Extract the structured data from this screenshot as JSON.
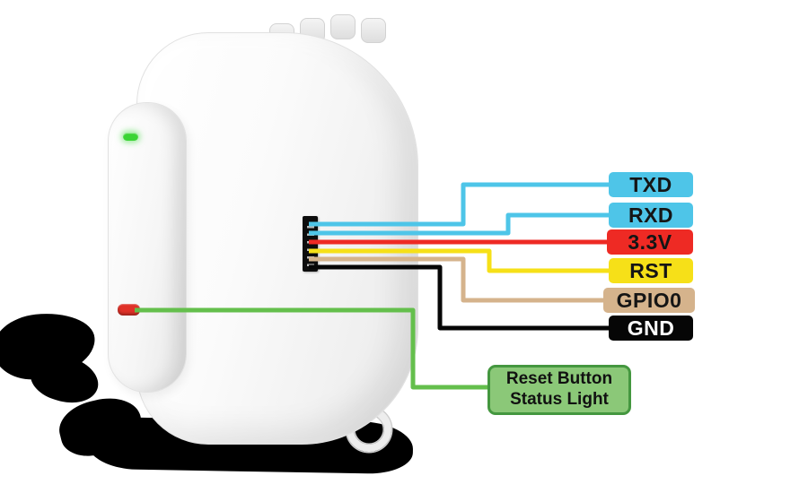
{
  "pins": [
    {
      "label": "TXD",
      "bg": "#4ec5e8",
      "fg": "#151515",
      "wire": "#4ec5e8"
    },
    {
      "label": "RXD",
      "bg": "#4ec5e8",
      "fg": "#151515",
      "wire": "#4ec5e8"
    },
    {
      "label": "3.3V",
      "bg": "#ee2a24",
      "fg": "#151515",
      "wire": "#ee2a24"
    },
    {
      "label": "RST",
      "bg": "#f6e018",
      "fg": "#151515",
      "wire": "#f6e018"
    },
    {
      "label": "GPIO0",
      "bg": "#d5b38c",
      "fg": "#151515",
      "wire": "#d5b38c"
    },
    {
      "label": "GND",
      "bg": "#060606",
      "fg": "#ffffff",
      "wire": "#060606"
    }
  ],
  "reset_note": {
    "line1": "Reset Button",
    "line2": "Status Light",
    "bg": "#8bc878",
    "border": "#44973f",
    "wire": "#64bf4c"
  },
  "device": {
    "status_led_color": "#3bd435",
    "reset_button_color": "#e03128"
  }
}
